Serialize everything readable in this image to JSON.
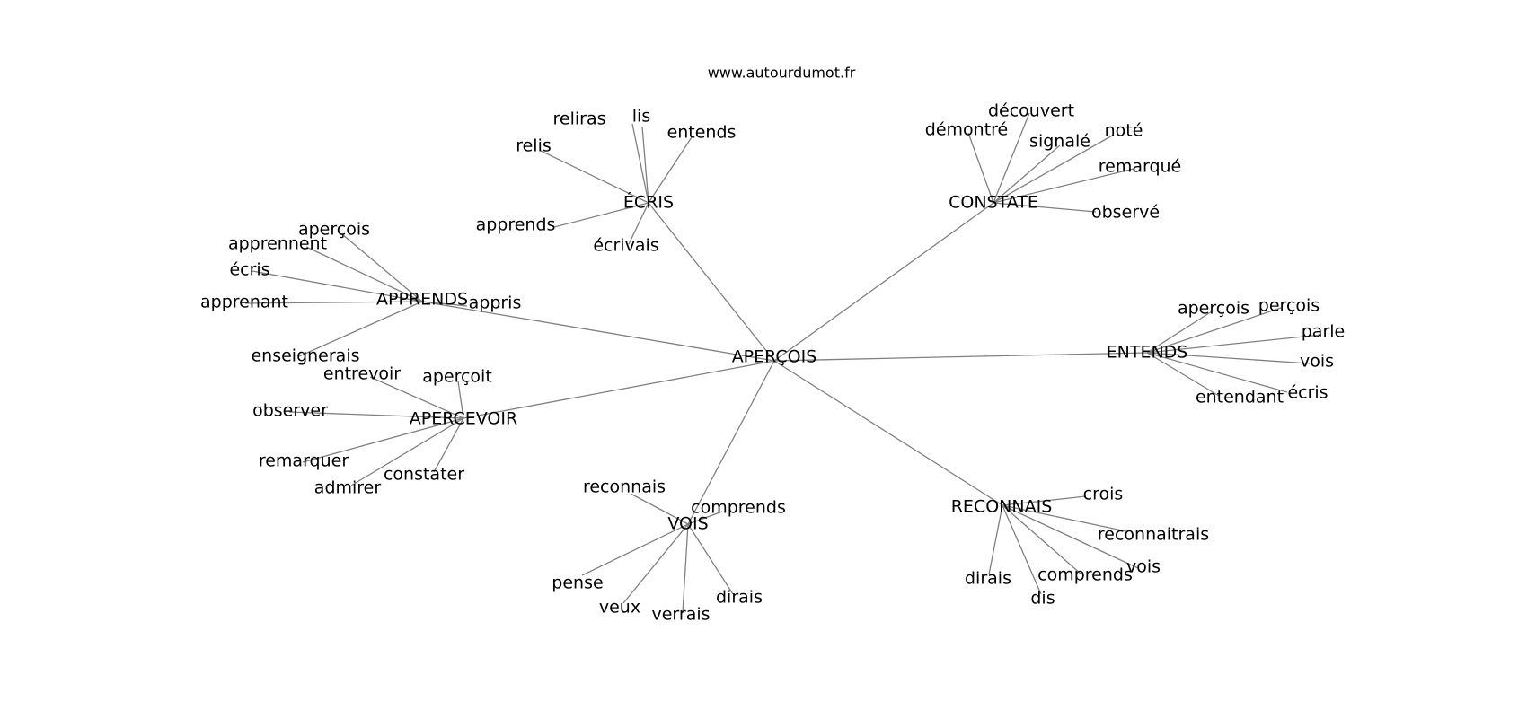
{
  "site": "www.autourdumot.fr",
  "graph": {
    "center": "APERÇOIS",
    "clusters": [
      {
        "hub": "ÉCRIS",
        "words": [
          "reliras",
          "lis",
          "entends",
          "relis",
          "apprends",
          "écrivais"
        ]
      },
      {
        "hub": "CONSTATE",
        "words": [
          "découvert",
          "démontré",
          "signalé",
          "noté",
          "remarqué",
          "observé"
        ]
      },
      {
        "hub": "APPRENDS",
        "words": [
          "aperçois",
          "apprennent",
          "écris",
          "apprenant",
          "appris",
          "enseignerais"
        ]
      },
      {
        "hub": "APERCEVOIR",
        "words": [
          "entrevoir",
          "aperçoit",
          "observer",
          "remarquer",
          "admirer",
          "constater"
        ]
      },
      {
        "hub": "ENTENDS",
        "words": [
          "aperçois",
          "perçois",
          "parle",
          "vois",
          "écris",
          "entendant"
        ]
      },
      {
        "hub": "VOIS",
        "words": [
          "reconnais",
          "comprends",
          "pense",
          "veux",
          "verrais",
          "dirais"
        ]
      },
      {
        "hub": "RECONNAIS",
        "words": [
          "crois",
          "reconnaitrais",
          "vois",
          "comprends",
          "dirais",
          "dis"
        ]
      }
    ]
  }
}
